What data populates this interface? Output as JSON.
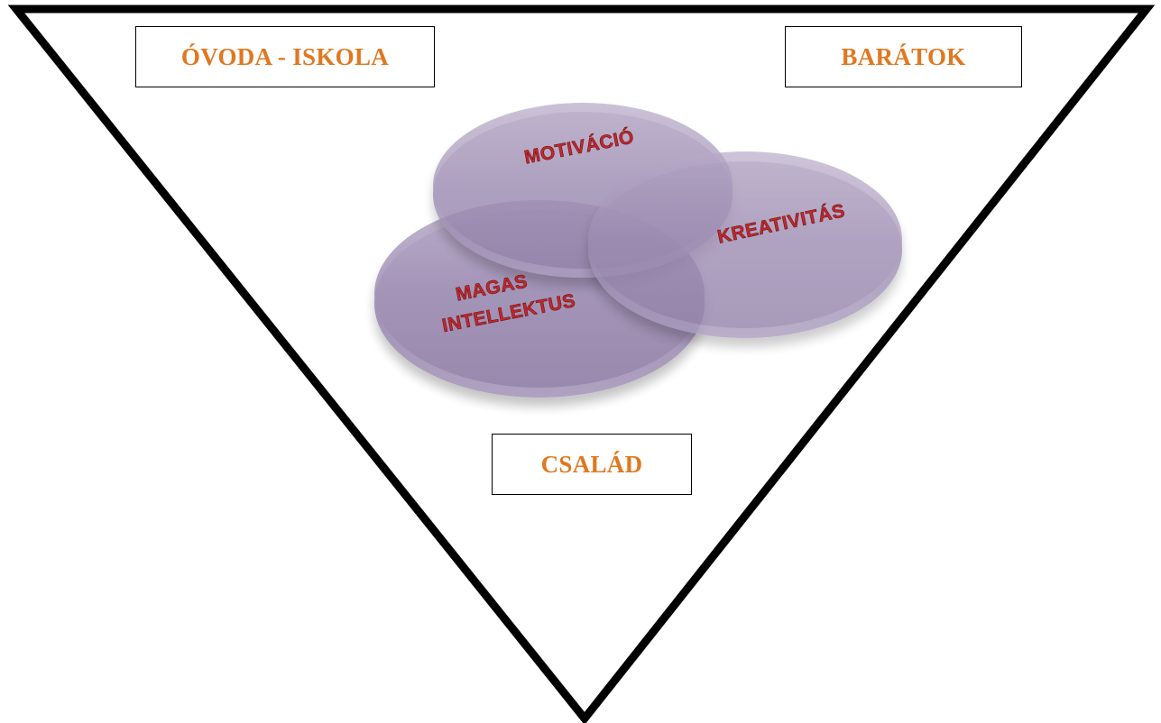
{
  "diagram": {
    "influences": {
      "school": "ÓVODA - ISKOLA",
      "friends": "BARÁTOK",
      "family": "CSALÁD"
    },
    "discs": {
      "motivation": "MOTIVÁCIÓ",
      "creativity": "KREATIVITÁS",
      "intellect_line1": "MAGAS",
      "intellect_line2": "INTELLEKTUS"
    },
    "colors": {
      "label_text": "#E07820",
      "disc_fill": "#9A8AAE",
      "disc_text": "#C0282C",
      "outline": "#000000"
    }
  }
}
